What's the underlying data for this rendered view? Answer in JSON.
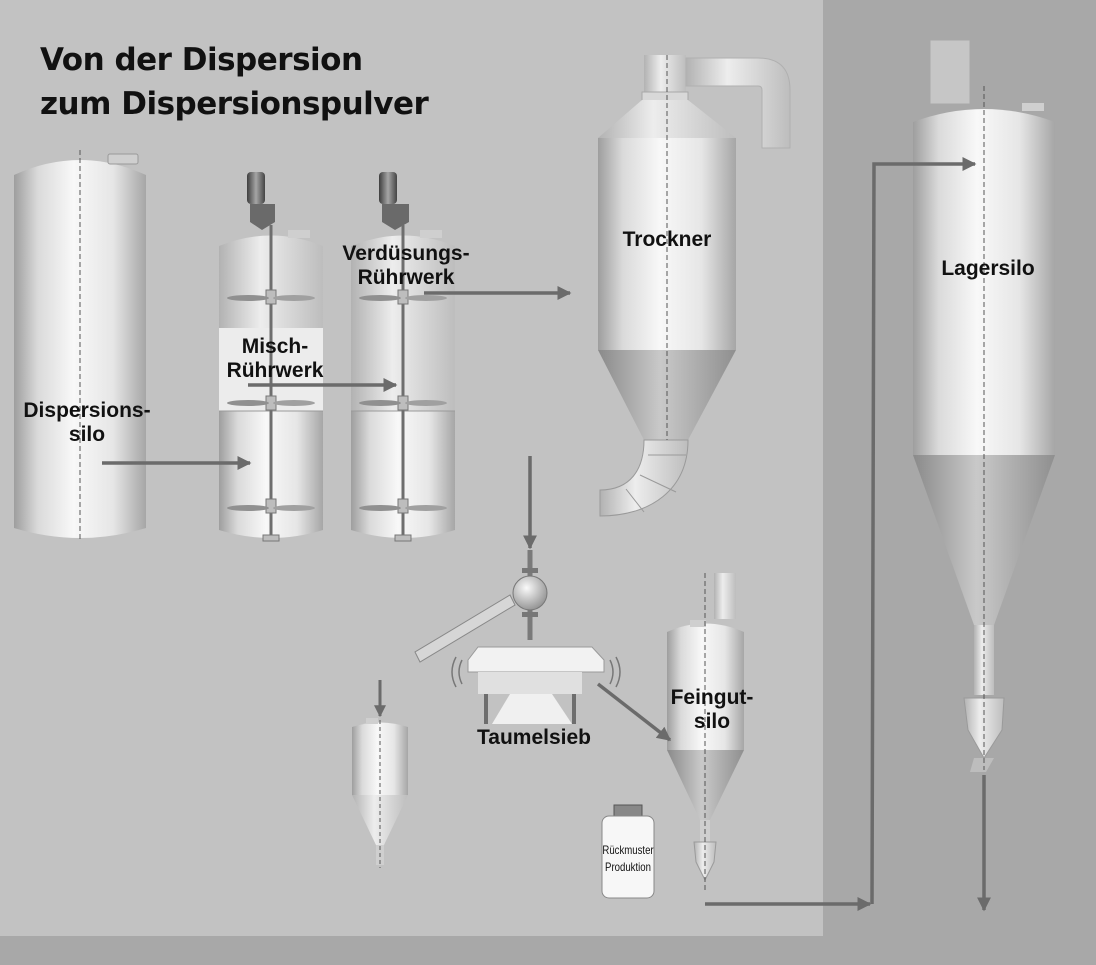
{
  "title": {
    "line1": "Von der Dispersion",
    "line2": "zum Dispersionspulver"
  },
  "labels": {
    "dispersionssilo": [
      "Dispersions-",
      "silo"
    ],
    "misch_ruehrwerk": [
      "Misch-",
      "Rührwerk"
    ],
    "verduesungs_ruehrwerk": [
      "Verdüsungs-",
      "Rührwerk"
    ],
    "trockner": "Trockner",
    "lagersilo": "Lagersilo",
    "taumelsieb": "Taumelsieb",
    "feingutsilo": [
      "Feingut-",
      "silo"
    ],
    "rueckmuster": [
      "Rückmuster",
      "Produktion"
    ]
  },
  "colors": {
    "background": "#c2c2c2",
    "right_panel": "#a8a8a8",
    "arrow": "#6b6b6b",
    "text": "#111111",
    "vessel": "#f0f0f0"
  }
}
